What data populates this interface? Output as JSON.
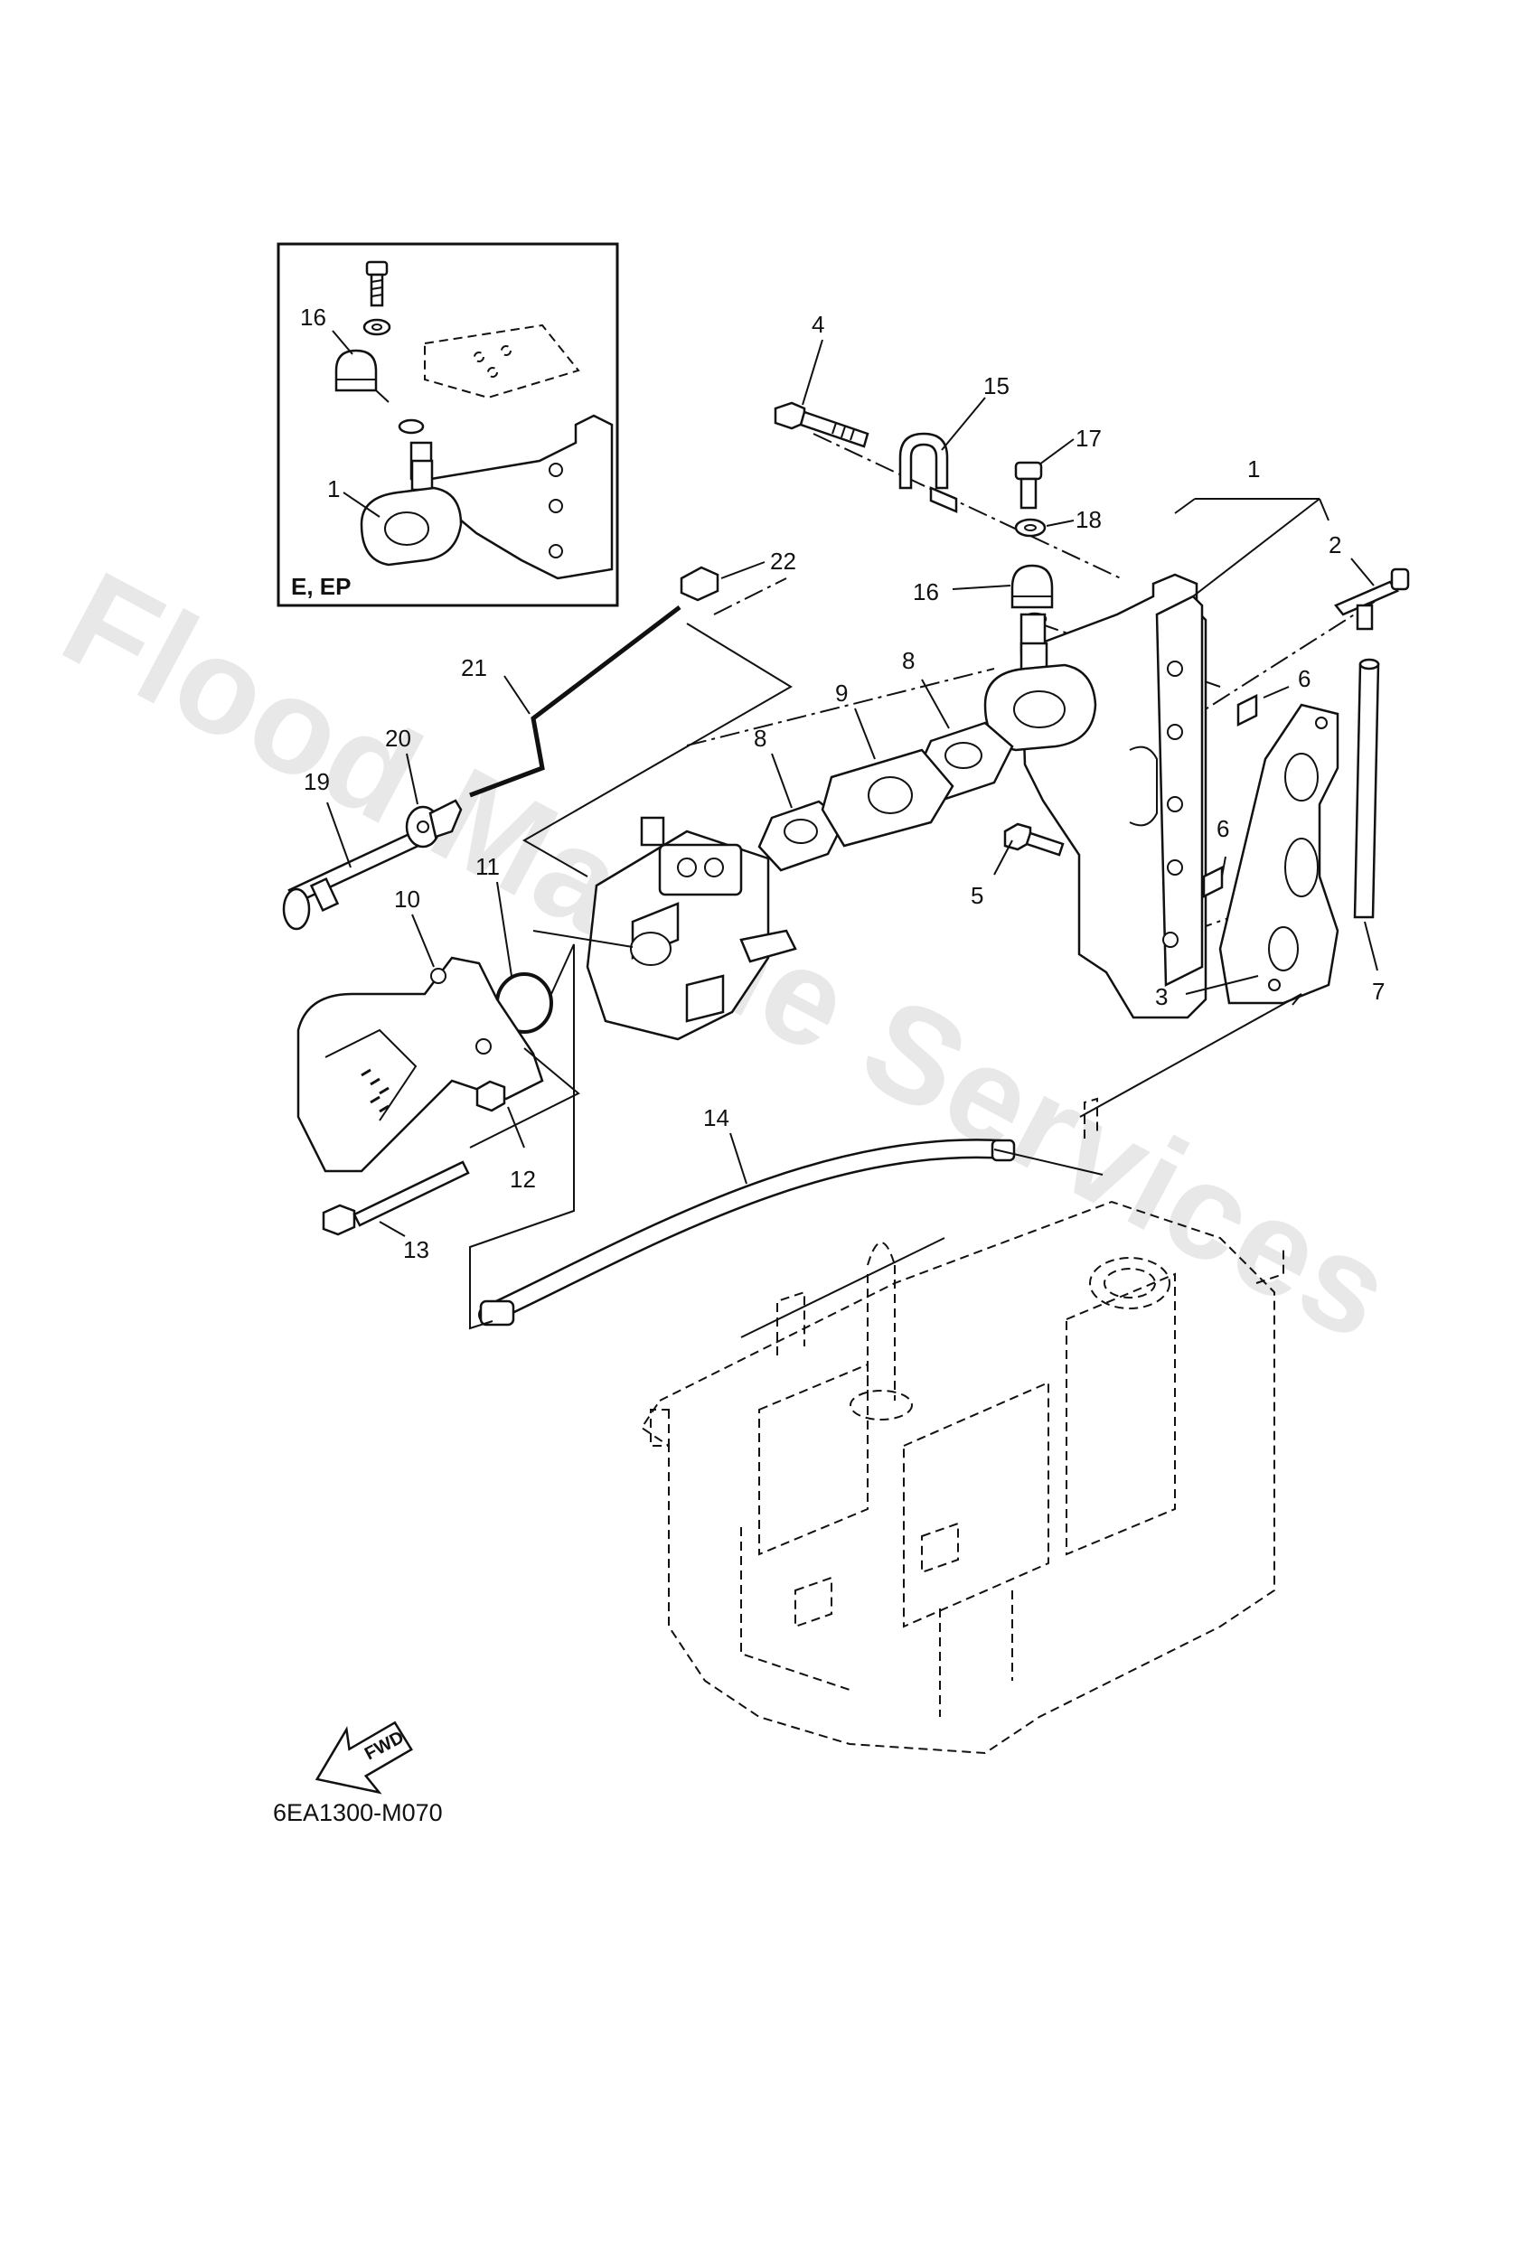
{
  "watermark": "Flood Marine Services",
  "diagram_code": "6EA1300-M070",
  "fwd_label": "FWD",
  "inset": {
    "label": "E, EP",
    "callouts": [
      "16",
      "1"
    ]
  },
  "callouts": {
    "c1": "1",
    "c2": "2",
    "c3": "3",
    "c4": "4",
    "c5": "5",
    "c6a": "6",
    "c6b": "6",
    "c7": "7",
    "c8a": "8",
    "c8b": "8",
    "c9": "9",
    "c10": "10",
    "c11": "11",
    "c12": "12",
    "c13": "13",
    "c14": "14",
    "c15": "15",
    "c16": "16",
    "c17": "17",
    "c18": "18",
    "c19": "19",
    "c20": "20",
    "c21": "21",
    "c22": "22"
  }
}
